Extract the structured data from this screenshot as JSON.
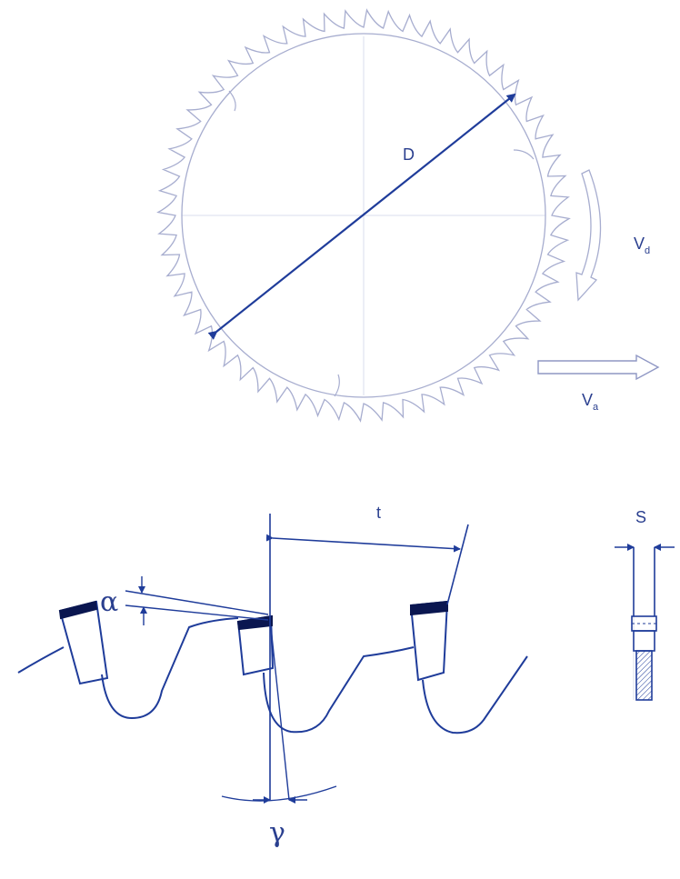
{
  "labels": {
    "diameter": "D",
    "rotation_v": "V",
    "rotation_sub": "d",
    "feed_v": "V",
    "feed_sub": "a",
    "pitch": "t",
    "thickness": "S",
    "clearance_angle": "α",
    "rake_angle": "γ"
  },
  "colors": {
    "stroke": "#1f3c9a",
    "arrow": "#2a4aa0",
    "light": "#9aa3c8",
    "grid": "#d9dcec",
    "tip": "#0a1650",
    "label": "#2a3f8f"
  },
  "blade": {
    "teeth": 60
  }
}
